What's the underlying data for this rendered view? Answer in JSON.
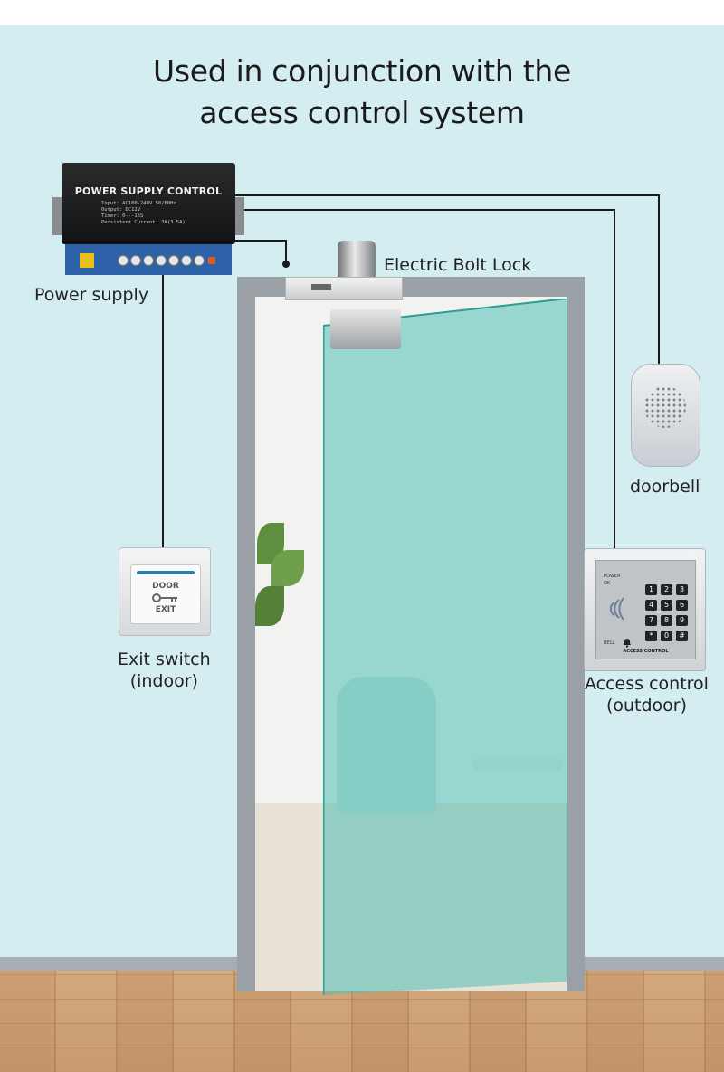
{
  "title": {
    "line1": "Used in conjunction with the",
    "line2": "access control system"
  },
  "devices": {
    "power_supply": {
      "label": "Power supply",
      "panel_title": "POWER SUPPLY CONTROL",
      "specs": [
        "Input:  AC100-240V  50/60Hz",
        "Output:  DC12V",
        "Timer:  0---15S",
        "Persistent  Current: 3A(3.5A)"
      ]
    },
    "bolt_lock": {
      "label": "Electric Bolt Lock"
    },
    "doorbell": {
      "label": "doorbell"
    },
    "exit_switch": {
      "label_line1": "Exit switch",
      "label_line2": "(indoor)",
      "plate_top": "DOOR",
      "plate_bottom": "EXIT"
    },
    "access_control": {
      "label_line1": "Access control",
      "label_line2": "(outdoor)",
      "indicator_power": "POWER",
      "indicator_ok": "OK",
      "bell_text": "BELL",
      "panel_footer": "ACCESS CONTROL",
      "keys": [
        "1",
        "2",
        "3",
        "4",
        "5",
        "6",
        "7",
        "8",
        "9",
        "*",
        "0",
        "#"
      ]
    }
  },
  "colors": {
    "wall": "#d4edf0",
    "glass": "#4fc0b3",
    "wire": "#1a1a1a",
    "frame": "#9aa1a6"
  },
  "icons": [
    "rfid-icon",
    "key-icon",
    "bell-icon",
    "speaker-grille-icon"
  ]
}
